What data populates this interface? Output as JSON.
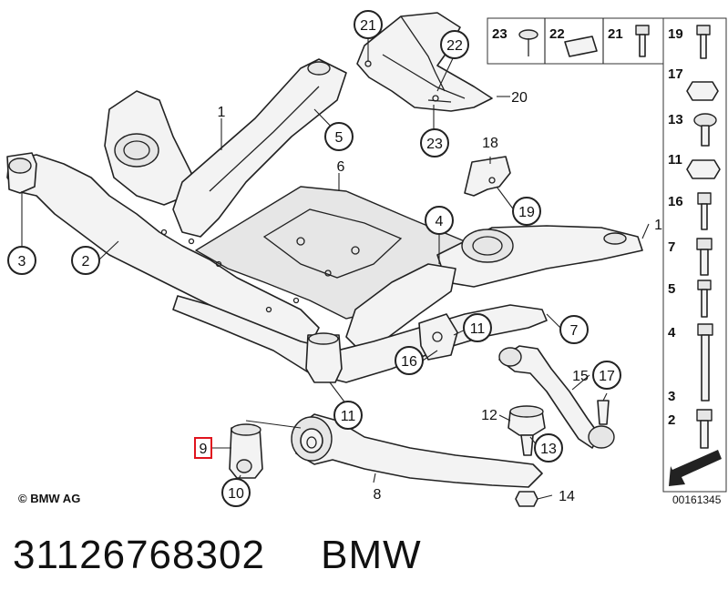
{
  "callouts": {
    "c1": "1",
    "c2": "2",
    "c3": "3",
    "c4": "4",
    "c5": "5",
    "c6": "6",
    "c7": "7",
    "c8": "8",
    "c9": "9",
    "c10": "10",
    "c10b": "10",
    "c11a": "11",
    "c11b": "11",
    "c12": "12",
    "c13": "13",
    "c14": "14",
    "c15": "15",
    "c16": "16",
    "c17": "17",
    "c18": "18",
    "c19": "19",
    "c20": "20",
    "c21": "21",
    "c22": "22",
    "c23": "23"
  },
  "legend": {
    "top_row": [
      "23",
      "22",
      "21",
      "19"
    ],
    "column": [
      "17",
      "13",
      "11",
      "16",
      "7",
      "5",
      "4",
      "3",
      "2"
    ]
  },
  "copyright": "© BMW AG",
  "reference_number": "00161345",
  "part_number": "31126768302",
  "brand": "BMW"
}
